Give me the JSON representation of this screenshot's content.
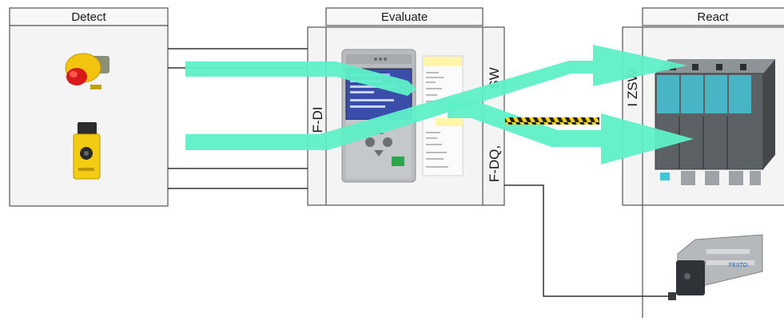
{
  "columns": {
    "detect": {
      "title": "Detect"
    },
    "evaluate": {
      "title": "Evaluate"
    },
    "react": {
      "title": "React"
    }
  },
  "ports": {
    "input": "F-DI",
    "output": "F-DQ,",
    "control_word": "SW",
    "status_word": "I ZSW"
  },
  "colors": {
    "flow_arrow": "#5ef0c8",
    "frame": "#555555",
    "wire": "#333333",
    "panel_fill": "#f4f4f4"
  },
  "icons": {
    "estop": "emergency-stop-button-icon",
    "door_switch": "safety-door-switch-icon",
    "controller": "safety-plc-icon",
    "drive": "servo-drive-icon",
    "valve": "pneumatic-valve-icon"
  }
}
